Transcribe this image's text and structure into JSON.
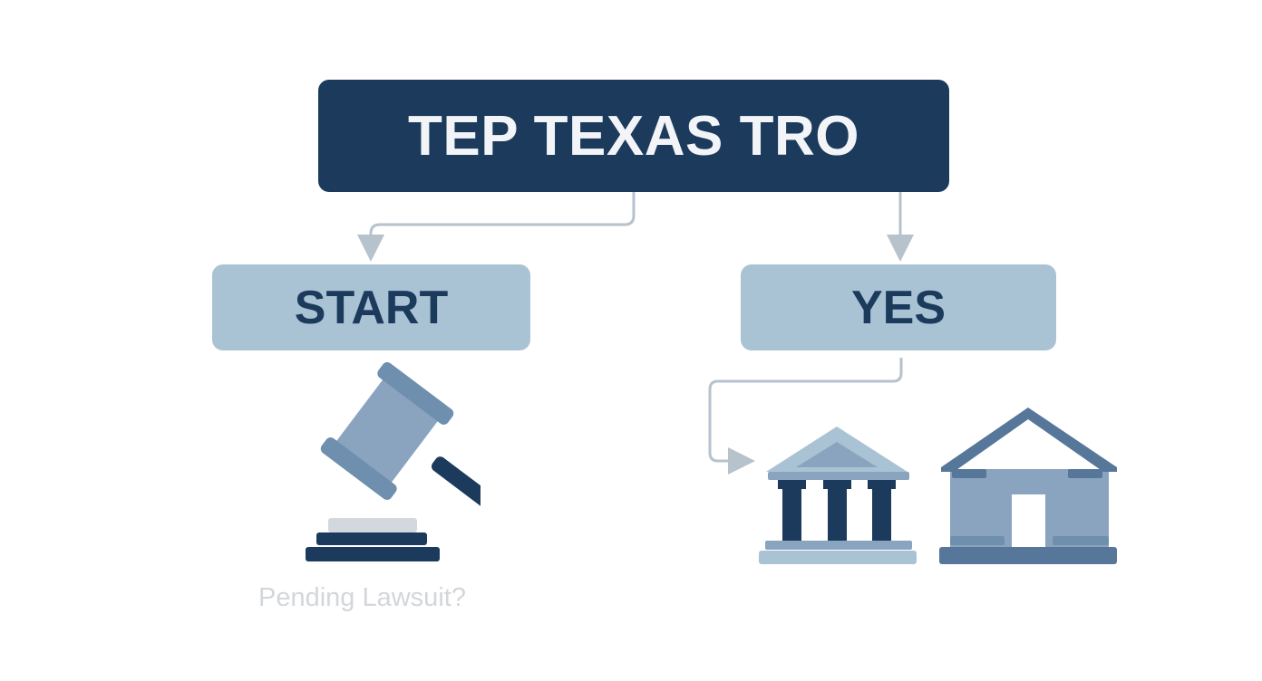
{
  "title": "TEP TEXAS TRO",
  "nodes": {
    "start": "START",
    "yes": "YES"
  },
  "caption": "Pending Lawsuit?",
  "icons": [
    "gavel-icon",
    "courthouse-icon",
    "house-icon"
  ],
  "colors": {
    "navy": "#1b3a5c",
    "light_blue": "#a9c3d4",
    "mid_blue": "#8aa4bf",
    "connector": "#b6c2cc",
    "caption": "#d3d6da"
  }
}
